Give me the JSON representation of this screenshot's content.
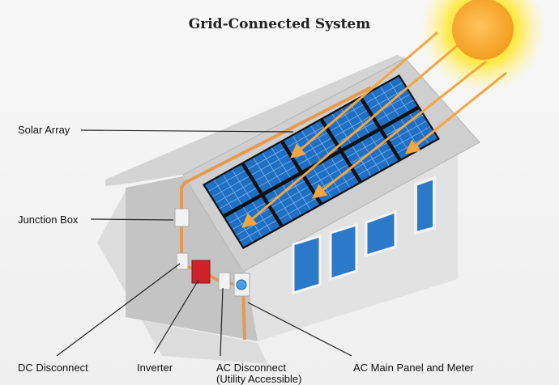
{
  "title": "Grid-Connected System",
  "labels": {
    "solar_array": "Solar Array",
    "junction_box": "Junction Box",
    "dc_disconnect": "DC Disconnect",
    "inverter": "Inverter",
    "ac_disconnect": "AC Disconnect",
    "ac_disconnect_note": "(Utility Accessible)",
    "ac_main_panel": "AC Main Panel and Meter"
  },
  "colors": {
    "panel": "#1f6fc4",
    "conduit": "#e59a4e",
    "sun": "#f6a623",
    "inverter": "#d0202a",
    "roof": "#c9c9c9",
    "wall": "#d8d8d8"
  },
  "panel_grid": {
    "columns": 5,
    "rows": 2
  }
}
